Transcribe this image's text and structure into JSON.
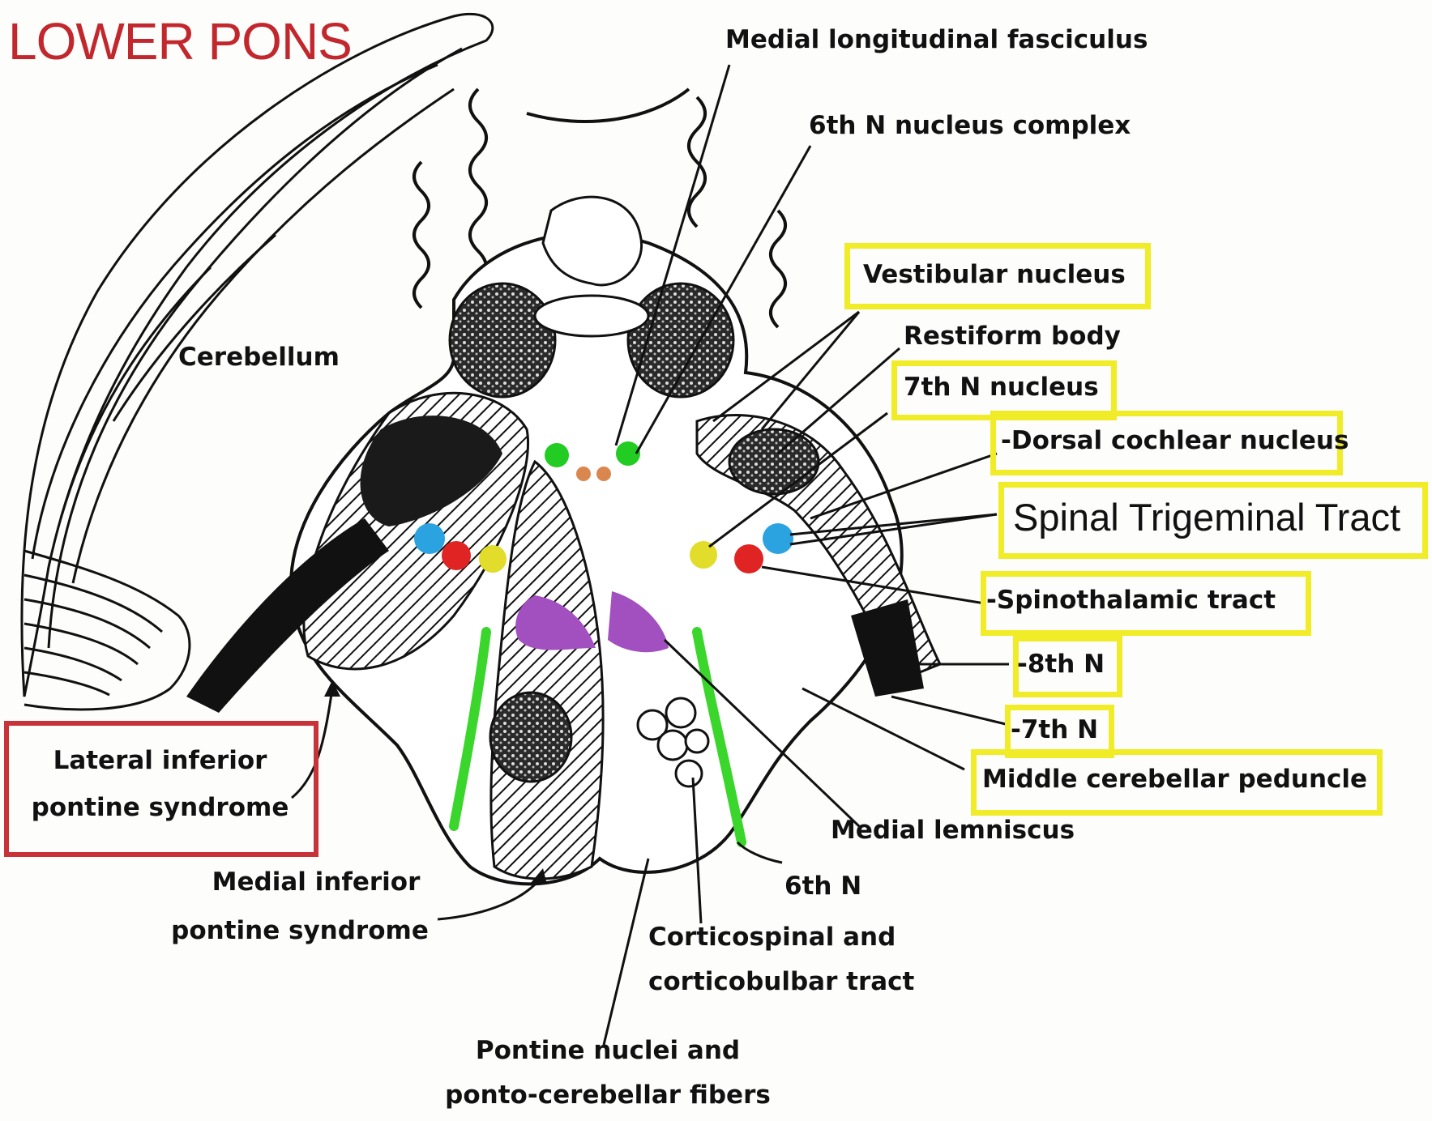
{
  "title": "LOWER PONS",
  "labels": {
    "mlf": "Medial longitudinal fasciculus",
    "sixth_nucleus": "6th N nucleus complex",
    "vestibular": "Vestibular nucleus",
    "restiform": "Restiform body",
    "seventh_nucleus": "7th N nucleus",
    "dorsal_cochlear": "-Dorsal cochlear nucleus",
    "spinal_trigeminal": "Spinal Trigeminal Tract",
    "spinothalamic": "-Spinothalamic tract",
    "eighth_n": "-8th N",
    "seventh_n": "-7th N",
    "mcp": "Middle cerebellar peduncle",
    "medial_lemniscus": "Medial lemniscus",
    "sixth_n": "6th N",
    "corticospinal_1": "Corticospinal and",
    "corticospinal_2": "corticobulbar tract",
    "pontine_1": "Pontine nuclei and",
    "pontine_2": "ponto-cerebellar fibers",
    "cerebellum": "Cerebellum",
    "lateral_1": "Lateral inferior",
    "lateral_2": "pontine syndrome",
    "medial_1": "Medial inferior",
    "medial_2": "pontine syndrome"
  },
  "colors": {
    "title": "#c1272d",
    "highlight_box": "#f0ec28",
    "syndrome_box": "#c8333a",
    "sixth_nucleus_dot": "#22cc22",
    "seventh_nucleus_dot": "#e2dc2a",
    "spinal_trigeminal_dot": "#2aa3e0",
    "spinothalamic_dot": "#e02424",
    "mlf_dot": "#d9874f",
    "medial_lemniscus": "#a24fc0",
    "sixth_nerve": "#3ad62c"
  }
}
